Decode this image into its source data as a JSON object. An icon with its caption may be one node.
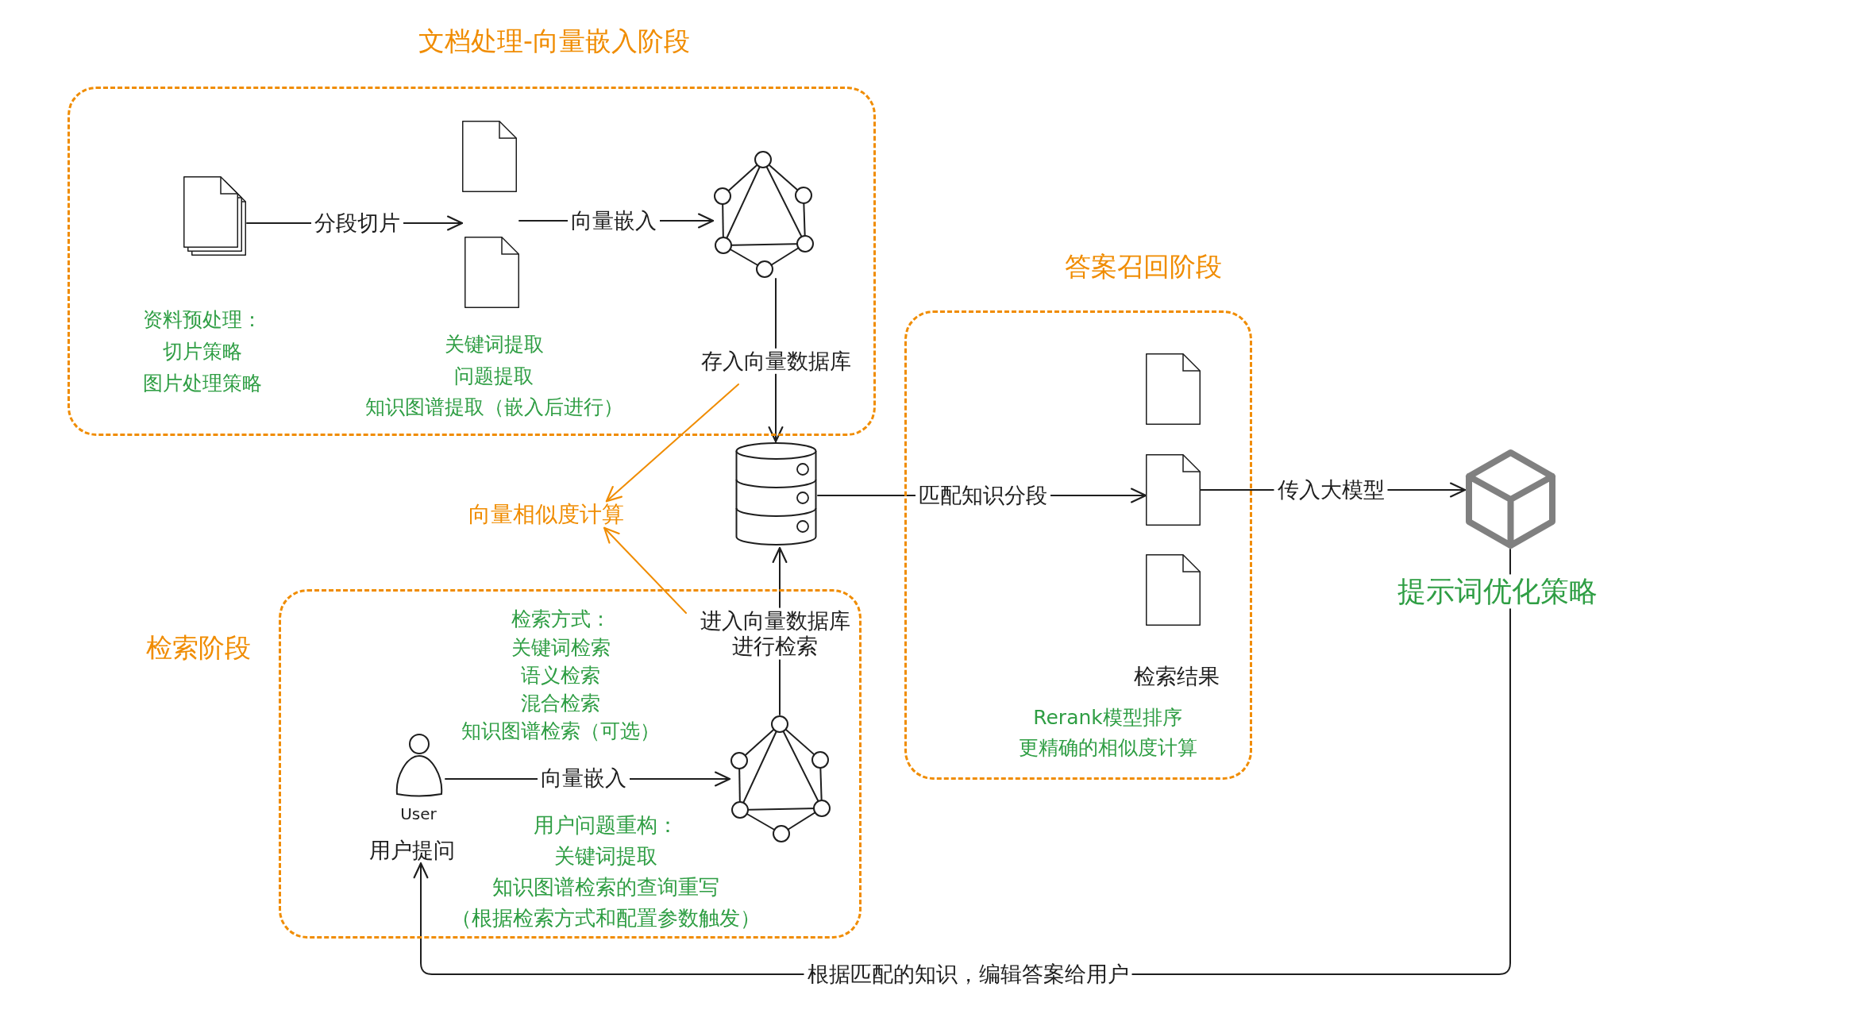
{
  "diagram": {
    "nodes": [
      {
        "text": [
          "文档处理-向量嵌入阶段"
        ]
      },
      {
        "text": [],
        "shape": "picture",
        "in": 0,
        "beside": [
          "资料预处理：",
          "切片策略",
          "图片处理策略"
        ]
      },
      {
        "text": [],
        "shape": "picture",
        "in": 0,
        "beside": [
          "关键词提取",
          "问题提取",
          "知识图谱提取（嵌入后进行）"
        ]
      },
      {
        "text": [],
        "shape": "picture",
        "in": 0
      },
      {
        "text": [
          "答案召回阶段"
        ]
      },
      {
        "text": [],
        "shape": "picture",
        "in": 4
      },
      {
        "text": [],
        "shape": "picture",
        "in": 4
      },
      {
        "text": [],
        "shape": "picture",
        "in": 4
      },
      {
        "text": [],
        "shape": "cylinder"
      },
      {
        "text": [
          "向量相似度计算"
        ]
      },
      {
        "text": [],
        "shape": "picture",
        "beside": [
          "提示词优化策略"
        ]
      },
      {
        "text": [
          "检索阶段"
        ]
      },
      {
        "text": [],
        "shape": "person",
        "in": 11,
        "beside": [
          "User"
        ]
      },
      {
        "text": [
          "用户提问"
        ],
        "in": 11
      },
      {
        "text": [],
        "shape": "picture",
        "in": 11
      }
    ],
    "edges": [
      {
        "from": 1,
        "to": 2,
        "arrow": "to",
        "label": "分段切片"
      },
      {
        "from": 2,
        "to": 3,
        "arrow": "to",
        "label": "向量嵌入"
      },
      {
        "from": 3,
        "to": 8,
        "arrow": "to",
        "label": "存入向量数据库"
      },
      {
        "from": null,
        "to": 9,
        "arrow": "to",
        "color": "#f08c00"
      },
      {
        "from": 14,
        "to": 8,
        "arrow": "to",
        "label": "进入向量数据库进行检索"
      },
      {
        "from": null,
        "to": 9,
        "arrow": "to",
        "color": "#f08c00"
      },
      {
        "from": 8,
        "to": 6,
        "arrow": "to",
        "label": "匹配知识分段"
      },
      {
        "from": 6,
        "to": 10,
        "arrow": "to",
        "label": "传入大模型"
      },
      {
        "from": 12,
        "to": 14,
        "arrow": "to",
        "label": "向量嵌入"
      },
      {
        "from": 10,
        "to": 13,
        "arrow": "to",
        "label": "根据匹配的知识，编辑答案给用户"
      }
    ],
    "labels": [
      "检索方式：",
      "关键词检索",
      "语义检索",
      "混合检索",
      "知识图谱检索（可选）",
      "检索结果",
      "Rerank模型排序",
      "更精确的相似度计算",
      "用户问题重构：",
      "关键词提取",
      "知识图谱检索的查询重写",
      "（根据检索方式和配置参数触发）"
    ]
  }
}
